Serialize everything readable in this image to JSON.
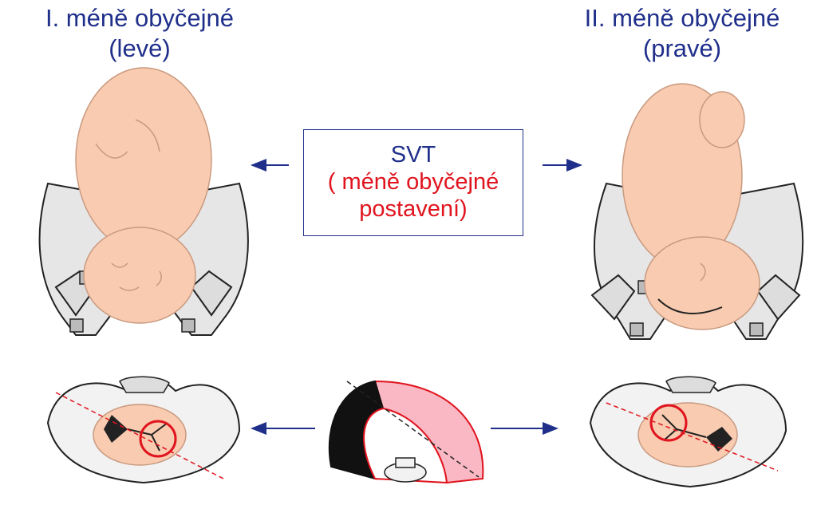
{
  "left": {
    "title_line1": "I.  méně obyčejné",
    "title_line2": "(levé)"
  },
  "right": {
    "title_line1": "II. méně obyčejné",
    "title_line2": "(pravé)"
  },
  "center": {
    "heading": "SVT",
    "subtitle_line1": "( méně obyčejné",
    "subtitle_line2": "postavení)"
  },
  "colors": {
    "title": "#1f2f8a",
    "accent_red": "#e0141e",
    "skin": "#f9cbb0",
    "pelvis_fill": "#e6e6e6",
    "outline": "#222222"
  }
}
